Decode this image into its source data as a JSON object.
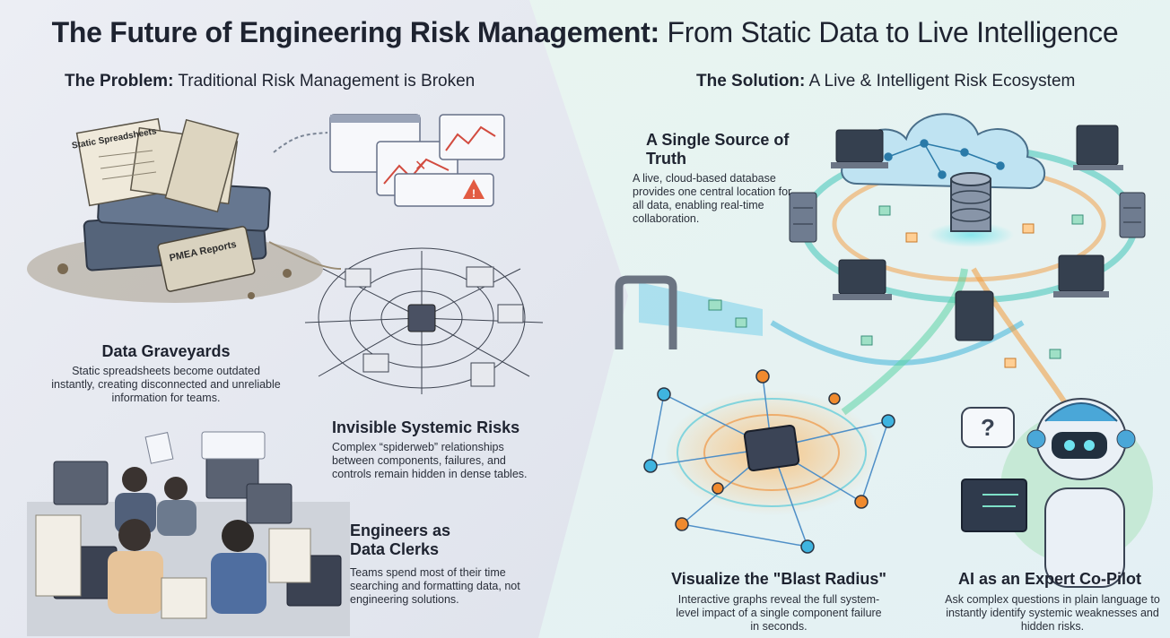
{
  "title": {
    "bold": "The Future of Engineering Risk Management:",
    "rest": " From Static Data to Live Intelligence"
  },
  "problem": {
    "heading_bold": "The Problem:",
    "heading_rest": " Traditional Risk Management is Broken",
    "cards": [
      {
        "id": "graveyards",
        "title": "Data Graveyards",
        "text": "Static spreadsheets become outdated instantly, creating disconnected and unreliable information for teams."
      },
      {
        "id": "systemic",
        "title": "Invisible Systemic Risks",
        "text": "Complex “spiderweb” relationships between components, failures, and controls remain hidden in dense tables."
      },
      {
        "id": "clerks",
        "title": "Engineers as Data Clerks",
        "text": "Teams spend most of their time searching and formatting data, not engineering solutions."
      }
    ],
    "labels": {
      "spreadsheets": "Static Spreadsheets",
      "reports": "PMEA Reports"
    }
  },
  "solution": {
    "heading_bold": "The Solution:",
    "heading_rest": " A Live & Intelligent Risk Ecosystem",
    "cards": [
      {
        "id": "truth",
        "title": "A Single Source of Truth",
        "text": "A live, cloud-based database provides one central location for all data, enabling real-time collaboration."
      },
      {
        "id": "blast",
        "title": "Visualize the \"Blast Radius\"",
        "text": "Interactive graphs reveal the full system-level impact of a single component failure in seconds."
      },
      {
        "id": "ai",
        "title": "AI as an Expert Co-Pilot",
        "text": "Ask complex questions in plain language to instantly identify systemic weaknesses and hidden risks."
      }
    ]
  },
  "icons": [
    "cloud-icon",
    "database-icon",
    "server-icon",
    "laptop-icon",
    "tablet-icon",
    "chip-icon",
    "robot-icon",
    "chat-bubble-icon",
    "document-icon",
    "warning-icon",
    "chart-icon"
  ],
  "colors": {
    "left_bg": "#e6e9f1",
    "right_bg": "#e4f2ea",
    "accent_teal": "#1fb3b0",
    "accent_orange": "#f08a2e",
    "accent_blue": "#3a8fd6"
  }
}
